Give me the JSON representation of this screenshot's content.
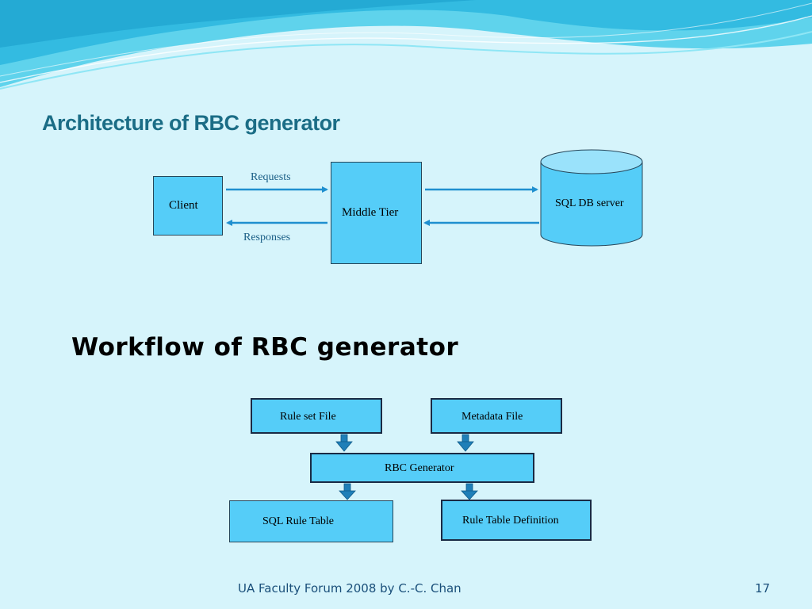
{
  "slide": {
    "title": "Architecture of RBC generator",
    "workflow_title": "Workflow of RBC generator",
    "footer": "UA Faculty Forum 2008 by C.-C. Chan",
    "page_number": "17"
  },
  "architecture": {
    "client": "Client",
    "middle_tier": "Middle Tier",
    "db_server": "SQL DB server",
    "requests": "Requests",
    "responses": "Responses"
  },
  "workflow": {
    "rule_set_file": "Rule set File",
    "metadata_file": "Metadata File",
    "rbc_generator": "RBC Generator",
    "sql_rule_table": "SQL Rule  Table",
    "rule_table_definition": "Rule Table Definition"
  },
  "colors": {
    "background": "#d6f4fb",
    "box_fill": "#55cdf8",
    "title": "#1b6d86",
    "arrow": "#1f8fcf",
    "flow_arrow": "#1f7fb8"
  }
}
